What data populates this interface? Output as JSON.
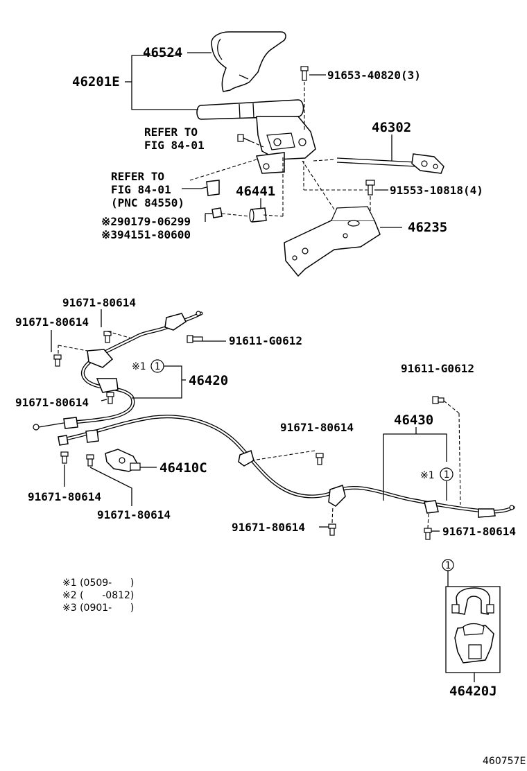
{
  "labels": {
    "p46524": "46524",
    "p46201E": "46201E",
    "p91653": "91653-40820(3)",
    "refer1a": "REFER TO",
    "refer1b": "FIG 84-01",
    "p46302": "46302",
    "refer2a": "REFER TO",
    "refer2b": "FIG 84-01",
    "refer2c": "(PNC 84550)",
    "p46441": "46441",
    "p91553": "91553-10818(4)",
    "p90179": "※290179-06299",
    "p94151": "※394151-80600",
    "p46235": "46235",
    "p91671_a": "91671-80614",
    "p91671_b": "91671-80614",
    "p91611_a": "91611-G0612",
    "mark1_a": "※1",
    "p46420": "46420",
    "p91671_c": "91671-80614",
    "p91611_b": "91611-G0612",
    "p91671_d": "91671-80614",
    "p46430": "46430",
    "p46410C": "46410C",
    "mark1_b": "※1",
    "p91671_e": "91671-80614",
    "p91671_f": "91671-80614",
    "p91671_g": "91671-80614",
    "p91671_h": "91671-80614",
    "p46420J": "46420J",
    "fig_code": "460757E",
    "circle_num": "1"
  },
  "notes": [
    "※1 (0509-      )",
    "※2 (      -0812)",
    "※3 (0901-      )"
  ]
}
